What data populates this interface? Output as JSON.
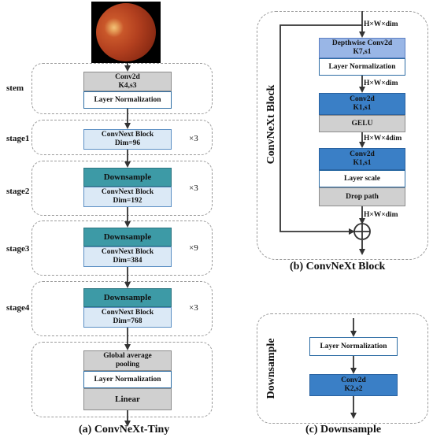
{
  "left": {
    "stages": {
      "stem": "stem",
      "stage1": "stage1",
      "stage2": "stage2",
      "stage3": "stage3",
      "stage4": "stage4"
    },
    "stem_conv": "Conv2d\nK4,s3",
    "stem_ln": "Layer Normalization",
    "stage1_block": "ConvNext Block\nDim=96",
    "stage1_times": "×3",
    "stage2_down": "Downsample",
    "stage2_block": "ConvNext Block\nDim=192",
    "stage2_times": "×3",
    "stage3_down": "Downsample",
    "stage3_block": "ConvNext Block\nDim=384",
    "stage3_times": "×9",
    "stage4_down": "Downsample",
    "stage4_block": "ConvNext Block\nDim=768",
    "stage4_times": "×3",
    "head_pool": "Global average\npooling",
    "head_ln": "Layer Normalization",
    "head_linear": "Linear",
    "caption": "(a) ConvNeXt-Tiny"
  },
  "block": {
    "title": "ConvNeXt Block",
    "dim_top": "H×W×dim",
    "dwconv": "Depthwise Conv2d\nK7,s1",
    "ln": "Layer Normalization",
    "dim_2": "H×W×dim",
    "conv1": "Conv2d\nK1,s1",
    "gelu": "GELU",
    "dim_3": "H×W×4dim",
    "conv2": "Conv2d\nK1,s1",
    "layerscale": "Layer scale",
    "droppath": "Drop path",
    "dim_4": "H×W×dim",
    "caption": "(b) ConvNeXt Block"
  },
  "downsample": {
    "title": "Downsample",
    "ln": "Layer Normalization",
    "conv": "Conv2d\nK2,s2",
    "caption": "(c) Downsample"
  },
  "colors": {
    "gray": "#d0d0d0",
    "light_blue": "#dbe9f6",
    "teal": "#3d9aa6",
    "blue": "#3a7fc6",
    "lavender": "#99b6e6"
  }
}
